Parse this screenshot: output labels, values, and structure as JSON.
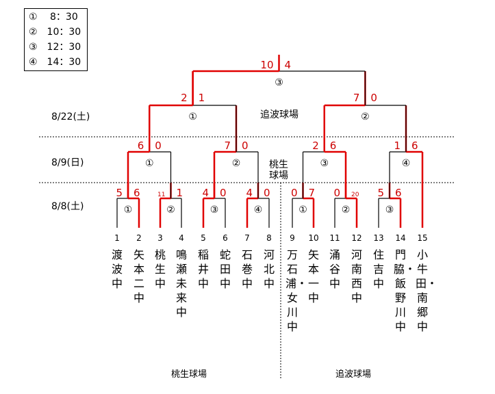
{
  "legend": [
    "①　 8：30",
    "②　10：30",
    "③　12：30",
    "④　14：30"
  ],
  "dates": {
    "r3": "8/22(土)",
    "r2": "8/9(日)",
    "r1": "8/8(土)"
  },
  "venues": {
    "r3": "追波球場",
    "r2_top": "桃生",
    "r2_bottom": "球場",
    "bottom_left": "桃生球場",
    "bottom_right": "追波球場"
  },
  "teams": [
    {
      "no": "1",
      "name": "渡波中"
    },
    {
      "no": "2",
      "name": "矢本二中"
    },
    {
      "no": "3",
      "name": "桃生中"
    },
    {
      "no": "4",
      "name": "鳴瀬未来中"
    },
    {
      "no": "5",
      "name": "稲井中"
    },
    {
      "no": "6",
      "name": "蛇田中"
    },
    {
      "no": "7",
      "name": "石巻中"
    },
    {
      "no": "8",
      "name": "河北中"
    },
    {
      "no": "9",
      "name": "万石浦・女川中"
    },
    {
      "no": "10",
      "name": "矢本一中"
    },
    {
      "no": "11",
      "name": "涌谷中"
    },
    {
      "no": "12",
      "name": "河南西中"
    },
    {
      "no": "13",
      "name": "住吉中"
    },
    {
      "no": "14",
      "name": "門脇・飯野川中"
    },
    {
      "no": "15",
      "name": "小牛田・南郷中"
    }
  ],
  "matches": {
    "r1": [
      {
        "game": "①",
        "scores": [
          "5",
          "6"
        ],
        "winner": 1
      },
      {
        "game": "②",
        "scores": [
          "11",
          "1"
        ],
        "winner": 0
      },
      {
        "game": "③",
        "scores": [
          "4",
          "0"
        ],
        "winner": 0
      },
      {
        "game": "④",
        "scores": [
          "4",
          "0"
        ],
        "winner": 0
      },
      {
        "game": "①",
        "scores": [
          "0",
          "7"
        ],
        "winner": 1
      },
      {
        "game": "②",
        "scores": [
          "0",
          "20"
        ],
        "winner": 1
      },
      {
        "game": "③",
        "scores": [
          "5",
          "6"
        ],
        "winner": 1
      }
    ],
    "r2": [
      {
        "game": "①",
        "scores": [
          "6",
          "0"
        ],
        "winner": 0
      },
      {
        "game": "②",
        "scores": [
          "7",
          "0"
        ],
        "winner": 0
      },
      {
        "game": "③",
        "scores": [
          "2",
          "6"
        ],
        "winner": 1
      },
      {
        "game": "④",
        "scores": [
          "1",
          "6"
        ],
        "winner": 1
      }
    ],
    "r3": [
      {
        "game": "①",
        "scores": [
          "2",
          "1"
        ],
        "winner": 0
      },
      {
        "game": "②",
        "scores": [
          "7",
          "0"
        ],
        "winner": 0
      }
    ],
    "final": {
      "game": "③",
      "scores": [
        "10",
        "4"
      ],
      "winner": 0
    }
  },
  "colors": {
    "win": "#e00000",
    "line": "#000000",
    "score": "#cc0000"
  }
}
